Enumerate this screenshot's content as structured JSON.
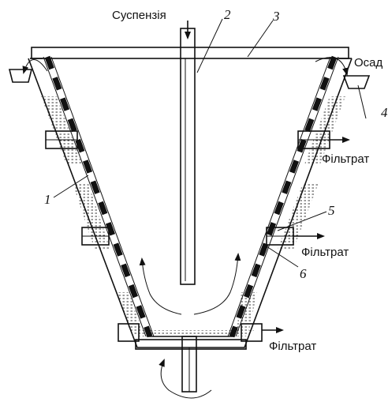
{
  "labels": {
    "suspension": "Суспензія",
    "sediment": "Осад",
    "filtrate_1": "Фільтрат",
    "filtrate_2": "Фільтрат",
    "filtrate_3": "Фільтрат"
  },
  "numbers": {
    "n1": "1",
    "n2": "2",
    "n3": "3",
    "n4": "4",
    "n5": "5",
    "n6": "6"
  },
  "colors": {
    "line": "#111111",
    "background": "#ffffff"
  }
}
